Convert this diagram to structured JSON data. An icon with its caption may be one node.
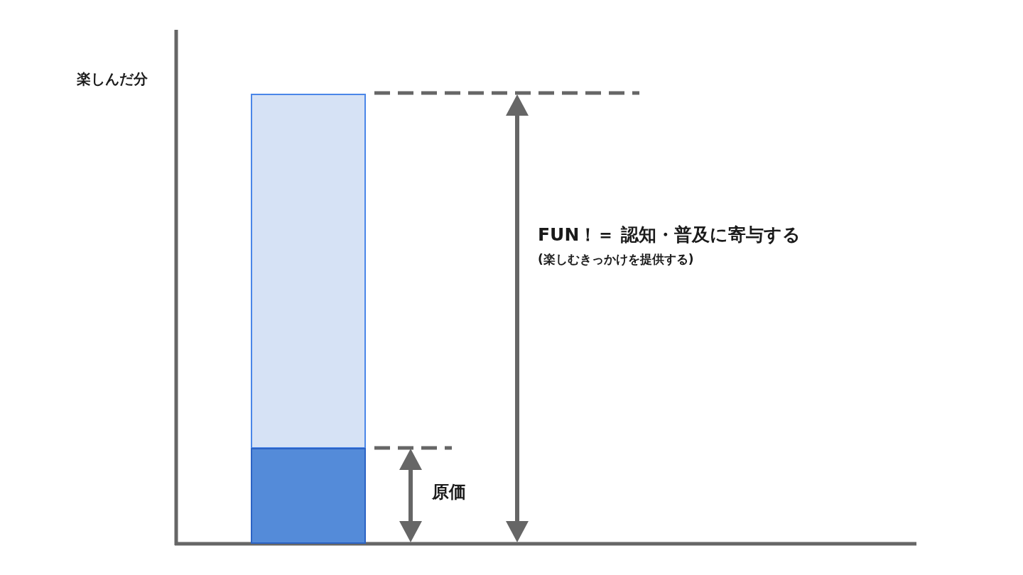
{
  "diagram": {
    "nodes": [
      {
        "text": [],
        "shape": "bar"
      },
      {
        "text": [],
        "shape": "bar"
      }
    ],
    "labels": [
      "楽しんだ分",
      "FUN！＝ 認知・普及に寄与する",
      "(楽しむきっかけを提供する)",
      "原価"
    ]
  }
}
